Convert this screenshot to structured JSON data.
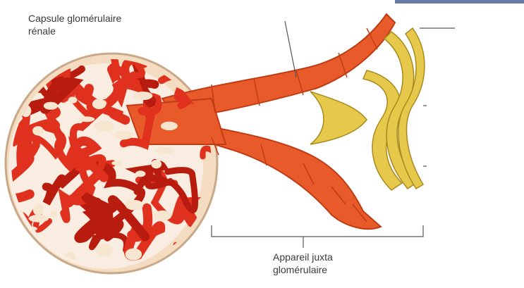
{
  "labels": {
    "capsule_line1": "Capsule glomérulaire",
    "capsule_line2": "rénale",
    "apparatus_line1": "Appareil juxta",
    "apparatus_line2": "glomérulaire"
  },
  "colors": {
    "background": "#ffffff",
    "capsule_fill": "#f3dcc0",
    "capsule_outline": "#c9a98a",
    "capillary": "#e0301e",
    "capillary_dark": "#b81c0e",
    "tubule": "#e85a2a",
    "tubule_dark": "#c03c14",
    "yellow_cells": "#e6c84a",
    "leader_line": "#555555",
    "edge_strip": "#6a7aa6"
  }
}
